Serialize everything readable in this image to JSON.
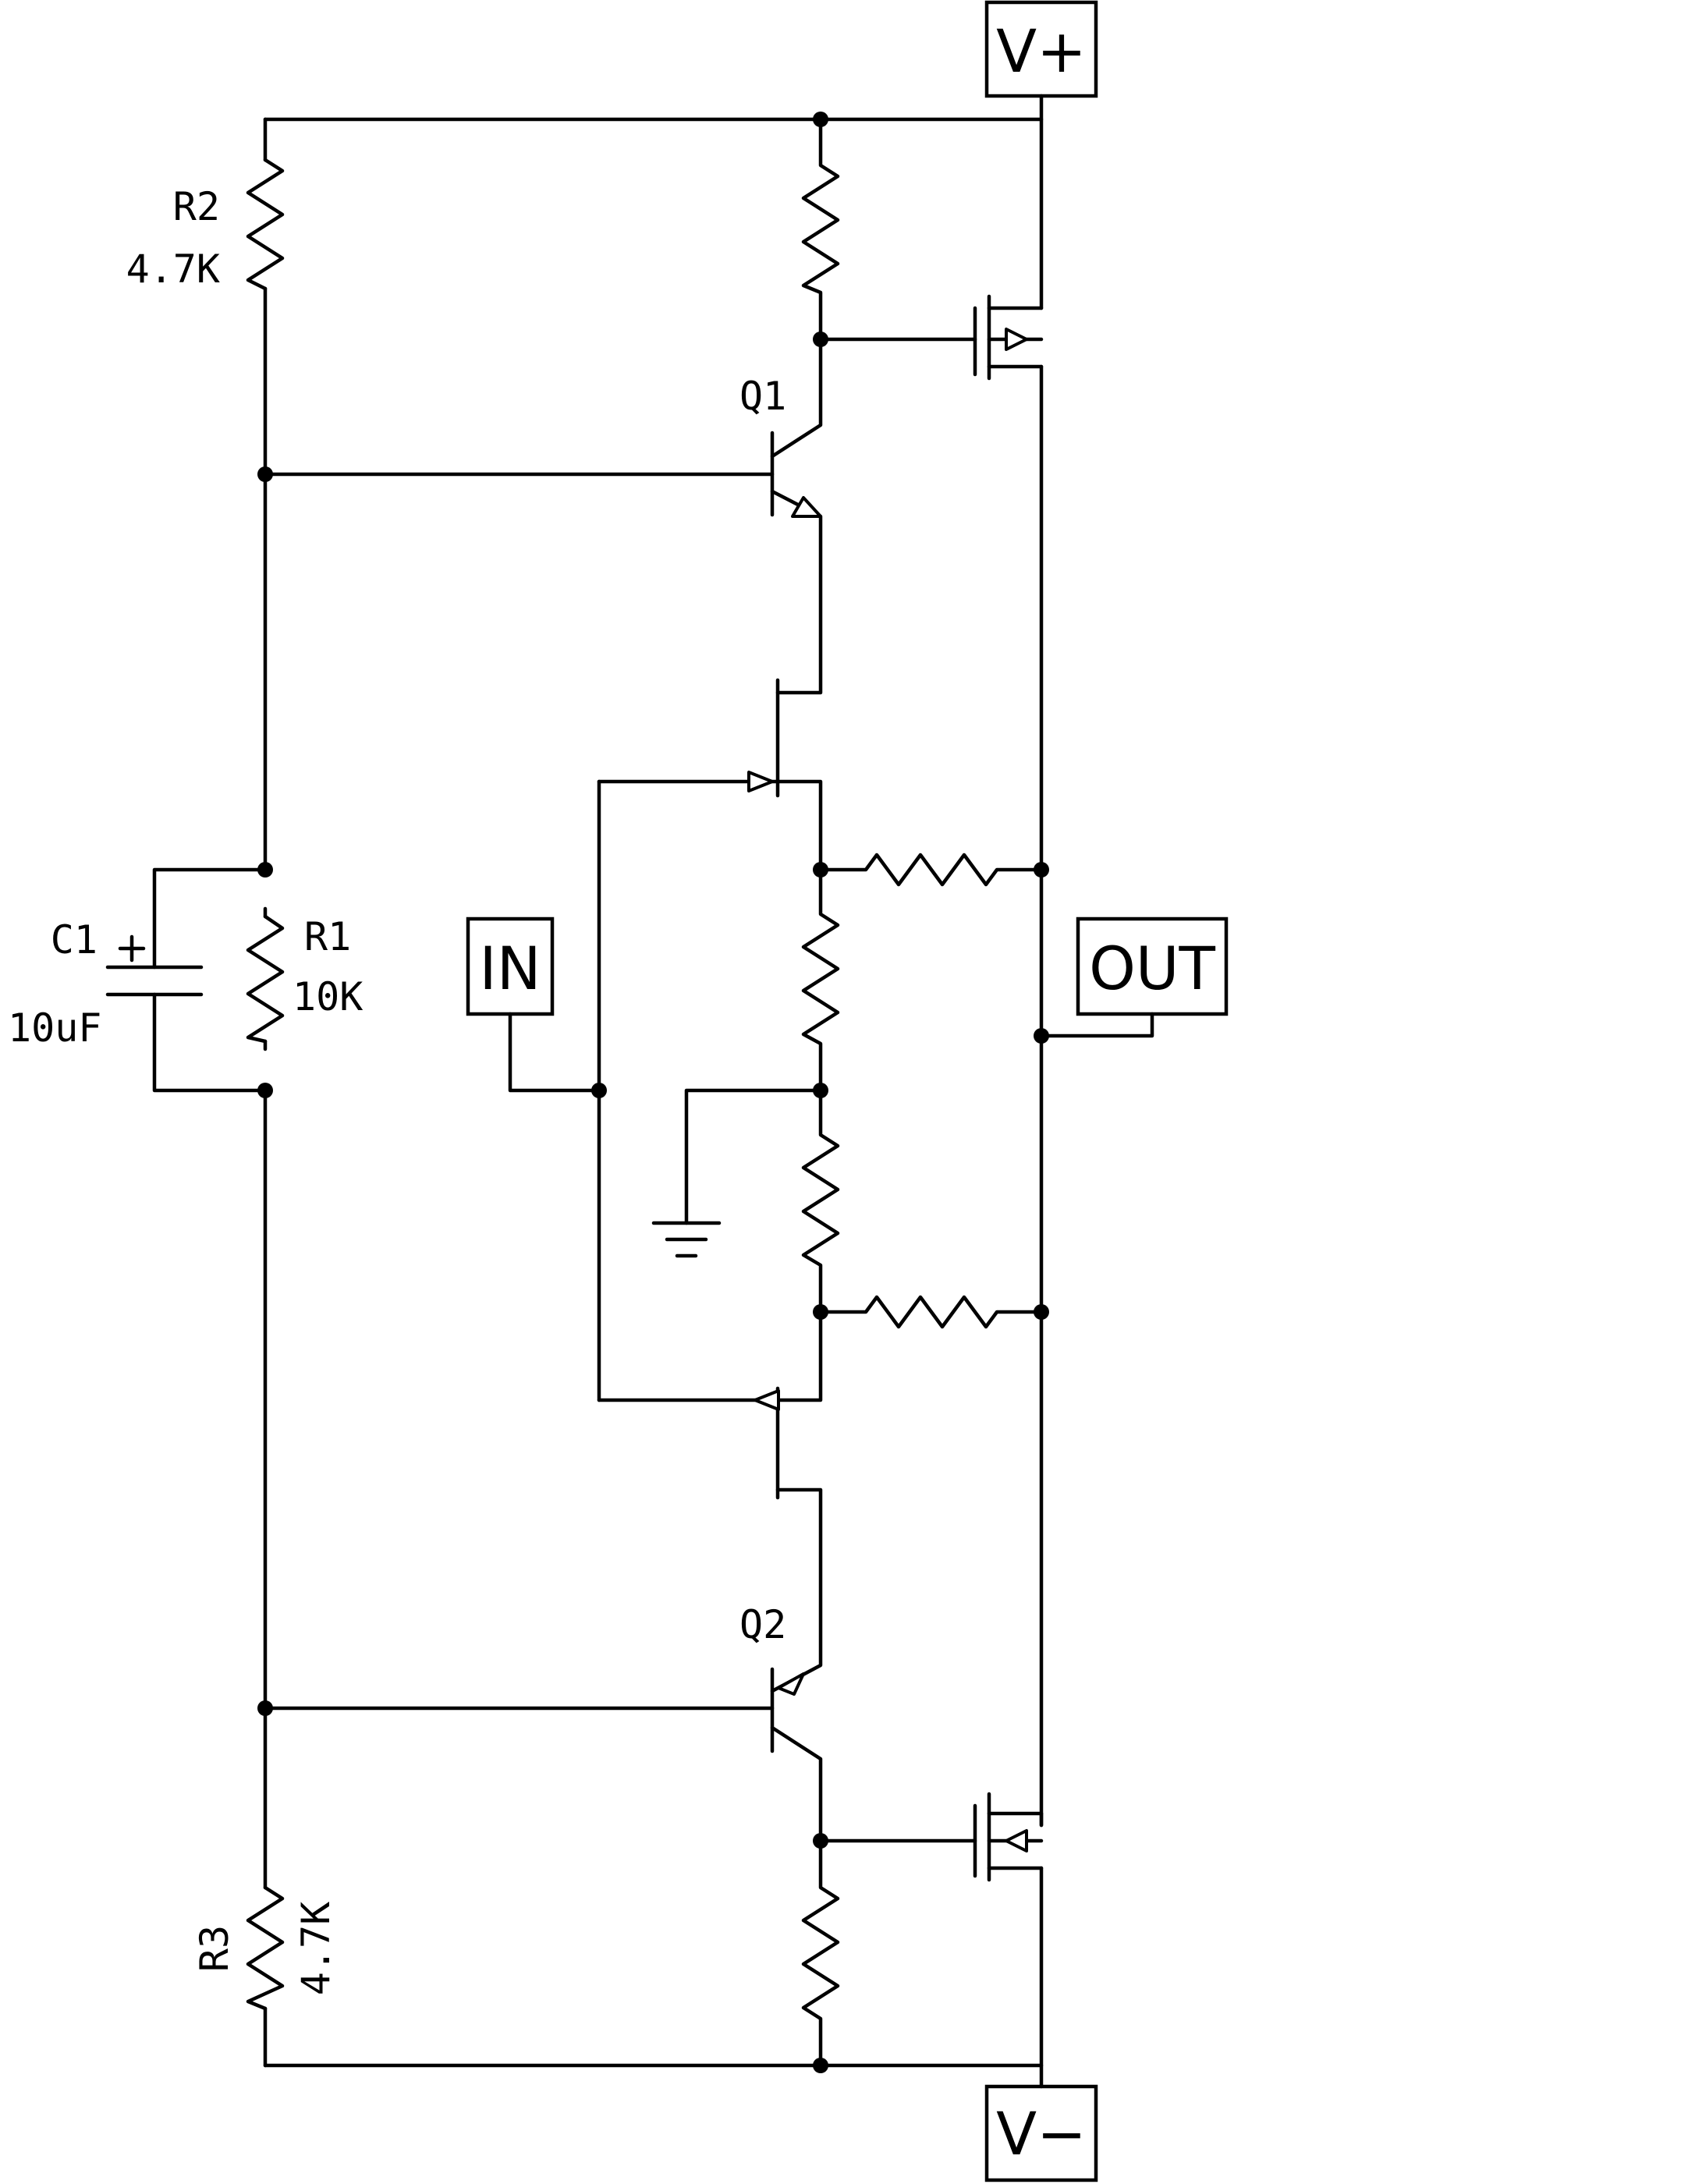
{
  "ports": {
    "vplus": "V+",
    "vminus": "V−",
    "input": "IN",
    "output": "OUT"
  },
  "components": {
    "r2": {
      "ref": "R2",
      "value": "4.7K"
    },
    "r1": {
      "ref": "R1",
      "value": "10K"
    },
    "r3": {
      "ref": "R3",
      "value": "4.7K"
    },
    "c1": {
      "ref": "C1",
      "value": "10uF",
      "polarity": "+"
    },
    "q1": {
      "ref": "Q1"
    },
    "q2": {
      "ref": "Q2"
    }
  }
}
